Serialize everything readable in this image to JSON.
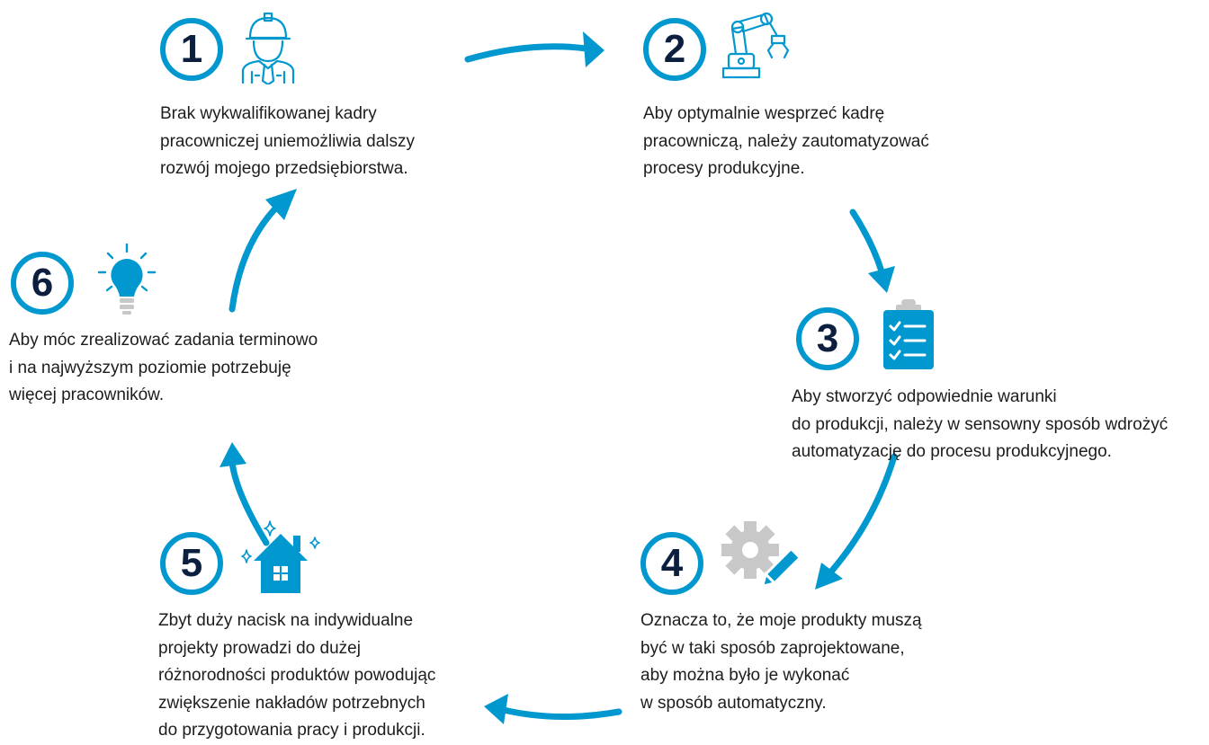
{
  "colors": {
    "accent": "#0098cf",
    "number": "#0c1f3f",
    "gray_icon": "#c8c8c8"
  },
  "steps": [
    {
      "number": "1",
      "icon": "worker-helmet-icon",
      "lines": [
        "Brak wykwalifikowanej kadry",
        "pracowniczej uniemożliwia dalszy",
        "rozwój mojego przedsiębiorstwa."
      ]
    },
    {
      "number": "2",
      "icon": "robot-arm-icon",
      "lines": [
        "Aby optymalnie wesprzeć kadrę",
        "pracowniczą, należy zautomatyzować",
        "procesy produkcyjne."
      ]
    },
    {
      "number": "3",
      "icon": "clipboard-checklist-icon",
      "lines": [
        "Aby stworzyć odpowiednie warunki",
        "do produkcji, należy w sensowny sposób wdrożyć",
        "automatyzację do procesu produkcyjnego."
      ]
    },
    {
      "number": "4",
      "icon": "gear-pencil-icon",
      "lines": [
        "Oznacza to, że moje produkty muszą",
        "być w taki sposób zaprojektowane,",
        "aby można było je wykonać",
        "w sposób automatyczny."
      ]
    },
    {
      "number": "5",
      "icon": "sparkling-house-icon",
      "lines": [
        "Zbyt duży nacisk na indywidualne",
        "projekty prowadzi do dużej",
        "różnorodności produktów powodując",
        "zwiększenie nakładów potrzebnych",
        "do przygotowania pracy i produkcji."
      ]
    },
    {
      "number": "6",
      "icon": "lightbulb-icon",
      "lines": [
        "Aby móc zrealizować zadania terminowo",
        "i na najwyższym poziomie potrzebuję",
        "więcej pracowników."
      ]
    }
  ]
}
